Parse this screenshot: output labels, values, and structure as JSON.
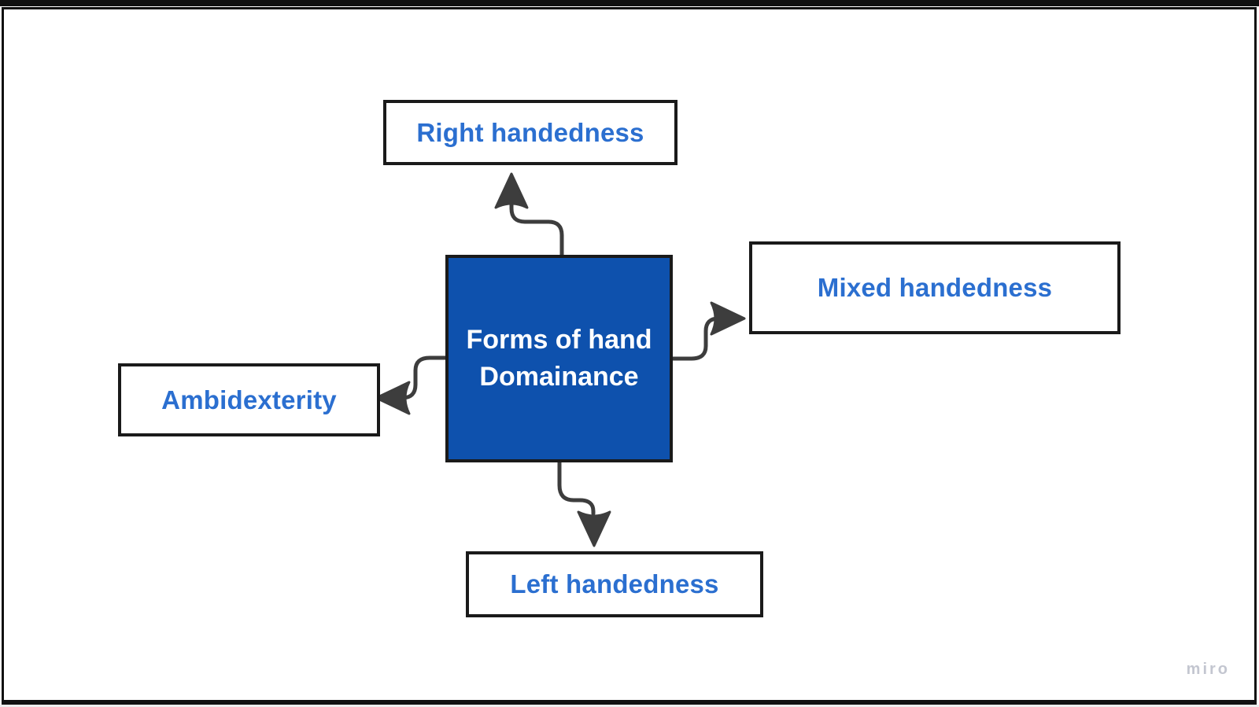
{
  "watermark": "miro",
  "theme": {
    "accent-blue": "#2b6fd0",
    "center-fill": "#0e51ad",
    "center-text": "#ffffff",
    "shape-border": "#1a1a1a",
    "arrow": "#3d3d3d",
    "frame": "#111111",
    "watermark-color": "#c3c6d0"
  },
  "diagram": {
    "center": {
      "line1": "Forms of hand",
      "line2": "Domainance"
    },
    "nodes": [
      {
        "id": "right-handedness",
        "label": "Right handedness",
        "position": "top"
      },
      {
        "id": "mixed-handedness",
        "label": "Mixed handedness",
        "position": "right"
      },
      {
        "id": "ambidexterity",
        "label": "Ambidexterity",
        "position": "left"
      },
      {
        "id": "left-handedness",
        "label": "Left handedness",
        "position": "bottom"
      }
    ]
  }
}
